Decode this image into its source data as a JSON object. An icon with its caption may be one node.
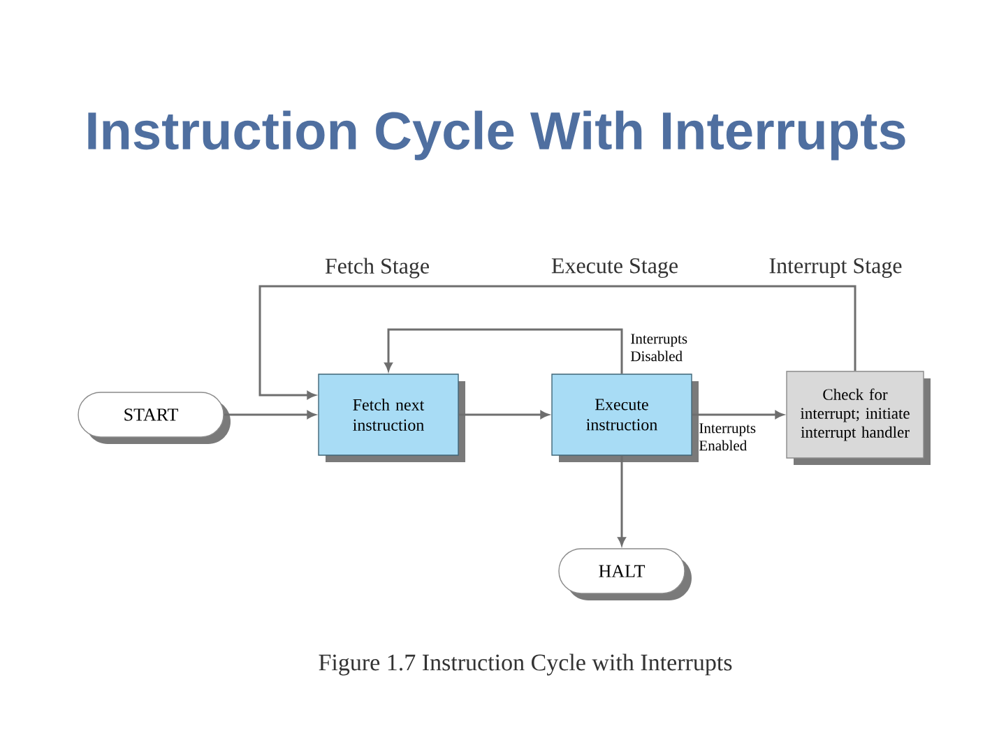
{
  "diagram": {
    "title": "Instruction Cycle With Interrupts",
    "caption": "Figure 1.7 Instruction Cycle with Interrupts",
    "nodes": [
      {
        "text": [
          "START"
        ]
      },
      {
        "text": [
          "Fetch next instruction"
        ]
      },
      {
        "text": [
          "Execute instruction"
        ]
      },
      {
        "text": [
          "Check for interrupt; initiate interrupt handler"
        ]
      },
      {
        "text": [
          "HALT"
        ]
      }
    ],
    "edges": [
      {
        "from": 0,
        "to": 1,
        "arrow": "to"
      },
      {
        "from": 1,
        "to": 2,
        "arrow": "to"
      },
      {
        "from": 2,
        "to": 3,
        "arrow": "to",
        "label": "Interrupts Enabled"
      },
      {
        "from": 2,
        "to": 4,
        "arrow": "to"
      },
      {
        "from": 2,
        "to": 1,
        "arrow": "to",
        "label": "Interrupts Disabled"
      },
      {
        "from": 3,
        "to": 1,
        "arrow": "to"
      }
    ],
    "labels": [
      "Fetch Stage",
      "Execute Stage",
      "Interrupt Stage"
    ]
  }
}
